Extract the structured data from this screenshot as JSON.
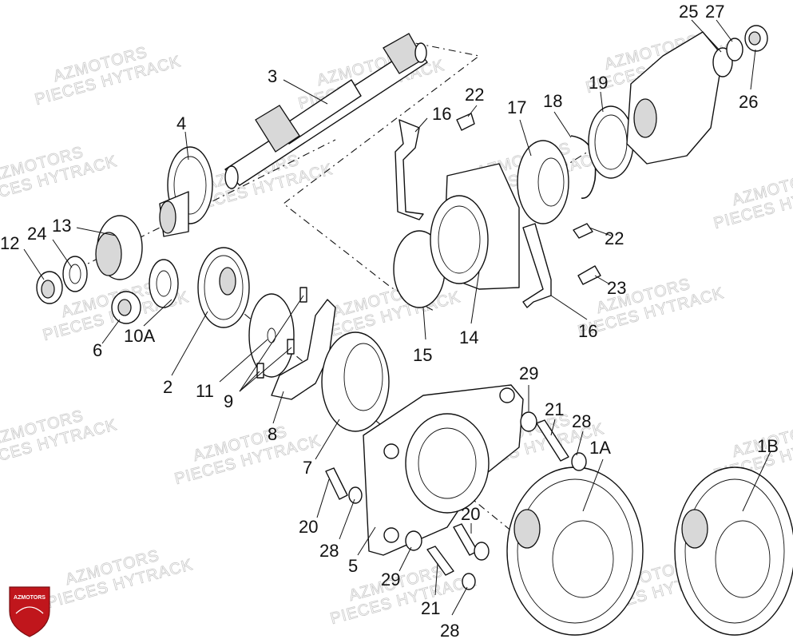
{
  "watermark": {
    "line1": "AZMOTORS",
    "line2": "PIECES HYTRACK"
  },
  "logo": {
    "text": "AZMOTORS",
    "color": "#c0161c"
  },
  "colors": {
    "stroke": "#111111",
    "fill": "#ffffff",
    "watermark": "#c9c9c9"
  },
  "callouts": {
    "c1A": "1A",
    "c1B": "1B",
    "c2": "2",
    "c3": "3",
    "c4": "4",
    "c5": "5",
    "c6": "6",
    "c7": "7",
    "c8": "8",
    "c9": "9",
    "c10A": "10A",
    "c11": "11",
    "c12": "12",
    "c13": "13",
    "c14": "14",
    "c15": "15",
    "c16a": "16",
    "c16b": "16",
    "c17": "17",
    "c18": "18",
    "c19": "19",
    "c20a": "20",
    "c20b": "20",
    "c21a": "21",
    "c21b": "21",
    "c22a": "22",
    "c22b": "22",
    "c23": "23",
    "c24": "24",
    "c25": "25",
    "c26": "26",
    "c27": "27",
    "c28a": "28",
    "c28b": "28",
    "c28c": "28",
    "c29a": "29",
    "c29b": "29"
  }
}
